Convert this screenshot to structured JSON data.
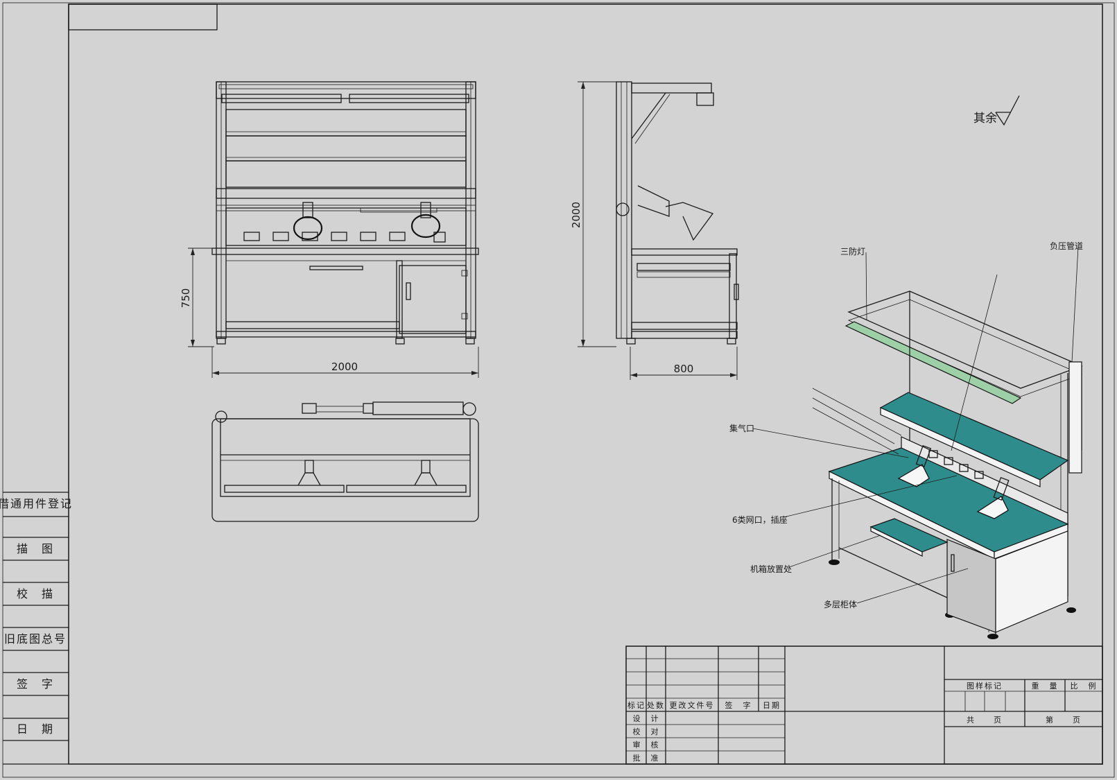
{
  "dimensions": {
    "front_width": "2000",
    "front_table_height": "750",
    "side_height": "2000",
    "side_depth": "800"
  },
  "surface_note": "其余",
  "callouts": {
    "light": "三防灯",
    "duct": "负压管道",
    "hood": "集气口",
    "sockets": "6类网口，插座",
    "tray": "机箱放置处",
    "cabinet": "多层柜体"
  },
  "side_column": {
    "register": "借通用件登记",
    "trace": "描　图",
    "check_trace": "校　描",
    "old_number": "旧底图总号",
    "signature": "签　字",
    "date": "日　期"
  },
  "title_block": {
    "headers": {
      "mark": "标记",
      "count": "处数",
      "change_doc": "更改文件号",
      "sign": "签　字",
      "date": "日期"
    },
    "rows": {
      "design": "设　计",
      "proofread": "校　对",
      "review": "审　核",
      "approve": "批　准"
    },
    "right": {
      "drawing_mark": "图样标记",
      "weight": "重　量",
      "scale": "比　例",
      "total_pages": "共　　页",
      "page_no": "第　　页"
    }
  },
  "colors": {
    "background": "#d3d3d3",
    "mat_teal": "#2f8c8c",
    "line": "#1a1a1a"
  }
}
